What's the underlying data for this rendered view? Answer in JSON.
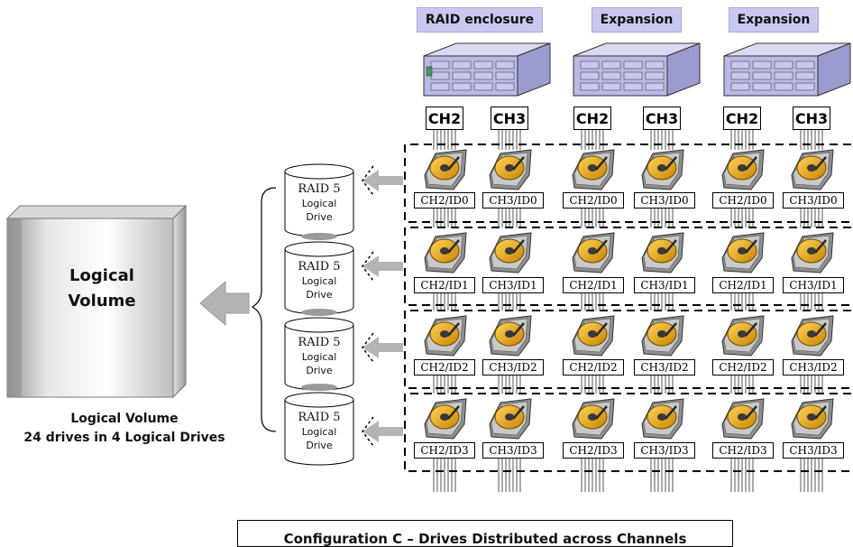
{
  "enclosures": [
    {
      "label": "RAID enclosure"
    },
    {
      "label": "Expansion"
    },
    {
      "label": "Expansion"
    }
  ],
  "channels": [
    "CH2",
    "CH3",
    "CH2",
    "CH3",
    "CH2",
    "CH3"
  ],
  "drive_rows": [
    {
      "ids": [
        "CH2/ID0",
        "CH3/ID0",
        "CH2/ID0",
        "CH3/ID0",
        "CH2/ID0",
        "CH3/ID0"
      ]
    },
    {
      "ids": [
        "CH2/ID1",
        "CH3/ID1",
        "CH2/ID1",
        "CH3/ID1",
        "CH2/ID1",
        "CH3/ID1"
      ]
    },
    {
      "ids": [
        "CH2/ID2",
        "CH3/ID2",
        "CH2/ID2",
        "CH3/ID2",
        "CH2/ID2",
        "CH3/ID2"
      ]
    },
    {
      "ids": [
        "CH2/ID3",
        "CH3/ID3",
        "CH2/ID3",
        "CH3/ID3",
        "CH2/ID3",
        "CH3/ID3"
      ]
    }
  ],
  "logical_drives": [
    {
      "level": "RAID 5",
      "line1": "Logical",
      "line2": "Drive"
    },
    {
      "level": "RAID 5",
      "line1": "Logical",
      "line2": "Drive"
    },
    {
      "level": "RAID 5",
      "line1": "Logical",
      "line2": "Drive"
    },
    {
      "level": "RAID 5",
      "line1": "Logical",
      "line2": "Drive"
    }
  ],
  "book": {
    "line1": "Logical",
    "line2": "Volume"
  },
  "volume_caption": {
    "line1": "Logical Volume",
    "line2": "24 drives in 4 Logical Drives"
  },
  "config_caption": "Configuration C – Drives Distributed across Channels",
  "colors": {
    "enclosure_label_bg": "#c8c8f0",
    "chassis": "#b9b9e6",
    "arrow": "#b4b4b4",
    "disk_platter": "#e6a51e"
  }
}
